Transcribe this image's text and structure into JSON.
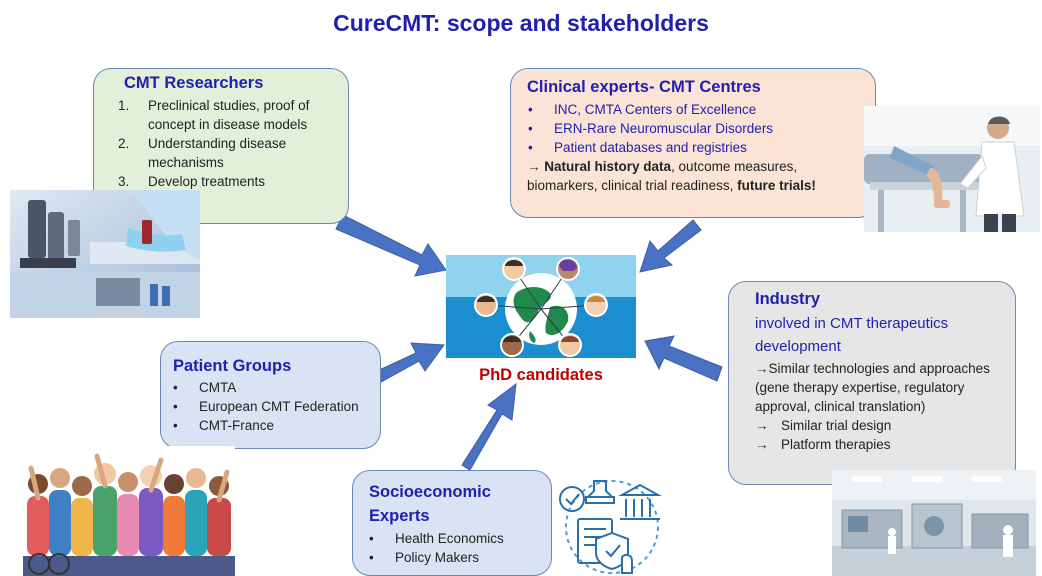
{
  "title": "CureCMT: scope and stakeholders",
  "center": {
    "label": "PhD candidates"
  },
  "researchers": {
    "heading": "CMT Researchers",
    "items": [
      {
        "num": "1.",
        "text": "Preclinical studies, proof of concept in disease models"
      },
      {
        "num": "2.",
        "text": "Understanding disease mechanisms"
      },
      {
        "num": "3.",
        "text": "Develop treatments"
      }
    ]
  },
  "clinical": {
    "heading": "Clinical experts- CMT Centres",
    "items": [
      "INC, CMTA Centers of Excellence",
      "ERN-Rare Neuromuscular Disorders",
      "Patient databases and registries"
    ],
    "arrow": "→",
    "note_bold1": "Natural history data",
    "note_mid": ", outcome measures, biomarkers, clinical trial readiness, ",
    "note_bold2": "future trials!"
  },
  "industry": {
    "heading": "Industry",
    "subheading": "involved in CMT therapeutics development",
    "line1": "→Similar technologies and approaches (gene therapy expertise, regulatory approval, clinical translation)",
    "items": [
      {
        "arrow": "→",
        "text": "Similar trial design"
      },
      {
        "arrow": "→",
        "text": "Platform therapies"
      }
    ]
  },
  "patients": {
    "heading": "Patient Groups",
    "items": [
      "CMTA",
      "European CMT Federation",
      "CMT-France"
    ]
  },
  "socio": {
    "heading": "Socioeconomic Experts",
    "items": [
      "Health Economics",
      "Policy Makers"
    ]
  },
  "colors": {
    "title": "#1f1fb0",
    "center_label": "#c00000",
    "arrow": "#4a72c4",
    "researchers_bg": "#e2efd9",
    "clinical_bg": "#fbe4d5",
    "industry_bg": "#e7e6e6",
    "patients_bg": "#dae3f3",
    "socio_bg": "#dae3f3"
  },
  "icons": [
    "lab-photo",
    "doctor-photo",
    "crowd-photo",
    "factory-photo",
    "globe-network-icon",
    "stamp-government-certificate-icon"
  ]
}
